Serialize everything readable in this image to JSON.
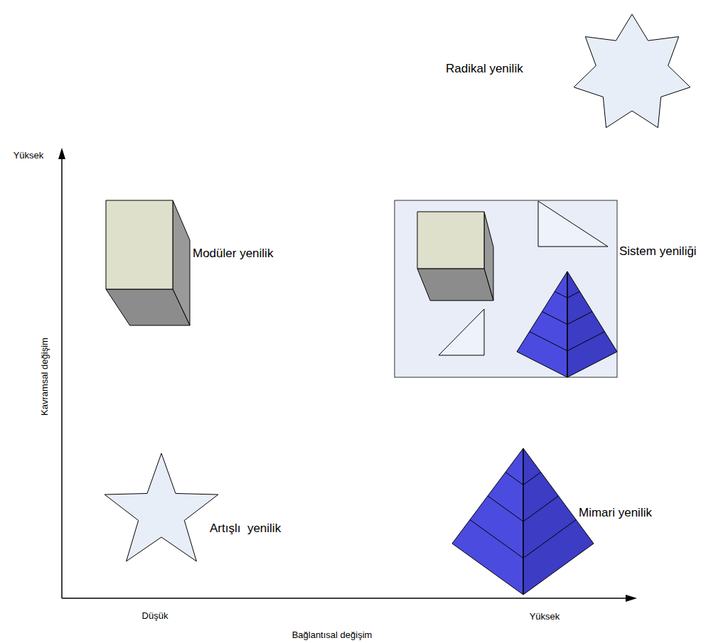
{
  "diagram": {
    "nodes": [
      {
        "text": [
          "Radikal yenilik"
        ]
      },
      {
        "text": [
          "Modüler yenilik"
        ]
      },
      {
        "text": [
          "Sistem yeniliği"
        ]
      },
      {
        "text": [
          "Artışlı  yenilik"
        ]
      },
      {
        "text": [
          "Mimari yenilik"
        ]
      }
    ],
    "labels": [
      "Yüksek",
      "Kavramsal değişim",
      "Düşük",
      "Yüksek",
      "Bağlantısal değişim"
    ]
  }
}
